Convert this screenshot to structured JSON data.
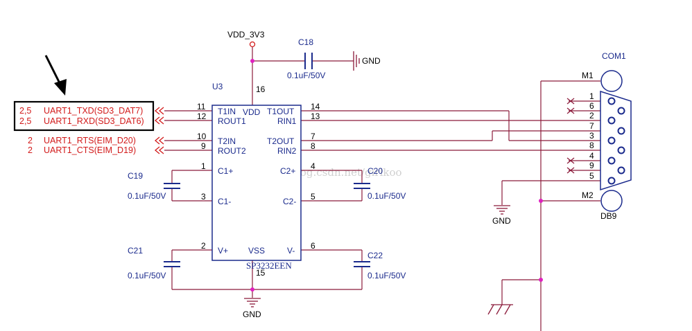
{
  "power": {
    "vdd": "VDD_3V3",
    "gnd": "GND"
  },
  "capacitors": [
    {
      "ref": "C18",
      "value": "0.1uF/50V"
    },
    {
      "ref": "C19",
      "value": "0.1uF/50V"
    },
    {
      "ref": "C20",
      "value": "0.1uF/50V"
    },
    {
      "ref": "C21",
      "value": "0.1uF/50V"
    },
    {
      "ref": "C22",
      "value": "0.1uF/50V"
    }
  ],
  "chip": {
    "ref": "U3",
    "part": "SP3232EEN",
    "vdd_pin": {
      "num": "16",
      "name": "VDD"
    },
    "vss_pin": {
      "num": "15",
      "name": "VSS"
    },
    "left_pins": [
      {
        "num": "11",
        "name": "T1IN"
      },
      {
        "num": "12",
        "name": "ROUT1"
      },
      {
        "num": "10",
        "name": "T2IN"
      },
      {
        "num": "9",
        "name": "ROUT2"
      },
      {
        "num": "1",
        "name": "C1+"
      },
      {
        "num": "3",
        "name": "C1-"
      },
      {
        "num": "2",
        "name": "V+"
      }
    ],
    "right_pins": [
      {
        "num": "14",
        "name": "T1OUT"
      },
      {
        "num": "13",
        "name": "RIN1"
      },
      {
        "num": "7",
        "name": "T2OUT"
      },
      {
        "num": "8",
        "name": "RIN2"
      },
      {
        "num": "4",
        "name": "C2+"
      },
      {
        "num": "5",
        "name": "C2-"
      },
      {
        "num": "6",
        "name": "V-"
      }
    ]
  },
  "nets": [
    {
      "sheet": "2,5",
      "name": "UART1_TXD(SD3_DAT7)"
    },
    {
      "sheet": "2,5",
      "name": "UART1_RXD(SD3_DAT6)"
    },
    {
      "sheet": "2",
      "name": "UART1_RTS(EIM_D20)"
    },
    {
      "sheet": "2",
      "name": "UART1_CTS(EIM_D19)"
    }
  ],
  "connector": {
    "ref": "COM1",
    "part": "DB9",
    "mount": [
      "M1",
      "M2"
    ],
    "pins": [
      "1",
      "6",
      "2",
      "7",
      "3",
      "8",
      "4",
      "9",
      "5"
    ]
  },
  "watermark": "http://blog.csdn.net/girlkoo",
  "colors": {
    "wire": "#8b1a3a",
    "label": "#1a2a8c",
    "net": "#d21a1a",
    "junction": "#e020c0"
  }
}
